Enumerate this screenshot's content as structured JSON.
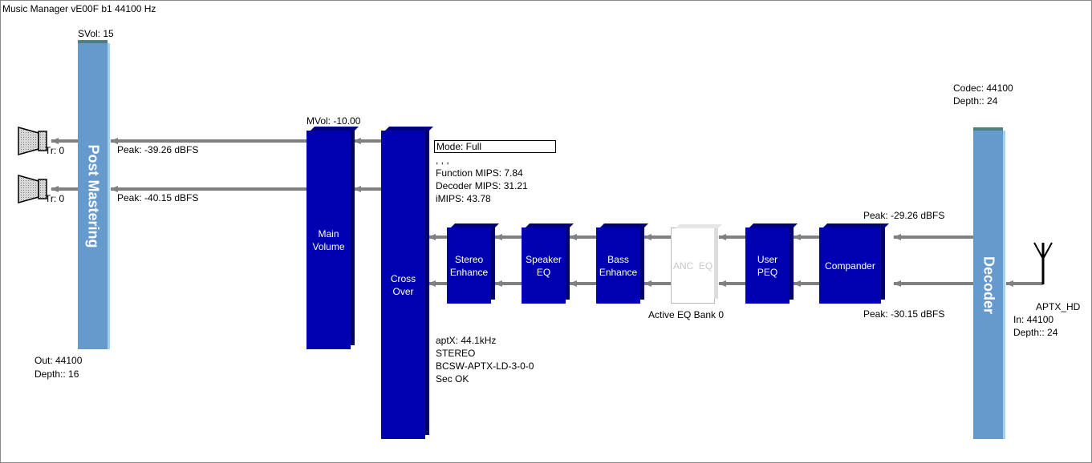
{
  "title": "Music Manager vE00F b1 44100 Hz",
  "post_mastering": {
    "label": "Post Mastering",
    "svol": "SVol: 15",
    "out": "Out: 44100",
    "depth": "Depth:: 16"
  },
  "speakers": [
    {
      "label": "Tr: 0"
    },
    {
      "label": "Tr: 0"
    }
  ],
  "peak_out": [
    "Peak: -39.26 dBFS",
    "Peak: -40.15 dBFS"
  ],
  "main_volume": {
    "line1": "Main",
    "line2": "Volume",
    "mvol": "MVol: -10.00"
  },
  "crossover": {
    "line1": "Cross",
    "line2": "Over",
    "mode": "Mode: Full",
    "dots": ", , ,",
    "function_mips": "Function MIPS: 7.84",
    "decoder_mips": "Decoder MIPS: 31.21",
    "imips": "iMIPS: 43.78",
    "codec_info": [
      "aptX: 44.1kHz",
      "STEREO",
      "BCSW-APTX-LD-3-0-0",
      "Sec OK"
    ]
  },
  "blocks": {
    "stereo_enhance": [
      "Stereo",
      "Enhance"
    ],
    "speaker_eq": [
      "Speaker",
      "EQ"
    ],
    "bass_enhance": [
      "Bass",
      "Enhance"
    ],
    "anc_eq": "ANC  EQ",
    "user_peq": [
      "User",
      "PEQ"
    ],
    "compander": "Compander"
  },
  "active_eq_bank": "Active EQ Bank 0",
  "peak_in": [
    "Peak: -29.26 dBFS",
    "Peak: -30.15 dBFS"
  ],
  "decoder": {
    "label": "Decoder",
    "codec": "Codec: 44100",
    "depth": "Depth:: 24"
  },
  "input": {
    "name": "APTX_HD",
    "in": "In: 44100",
    "depth": "Depth:: 24"
  },
  "colors": {
    "block": "#0000b0",
    "bar": "#6699cc",
    "wire": "#808080"
  }
}
